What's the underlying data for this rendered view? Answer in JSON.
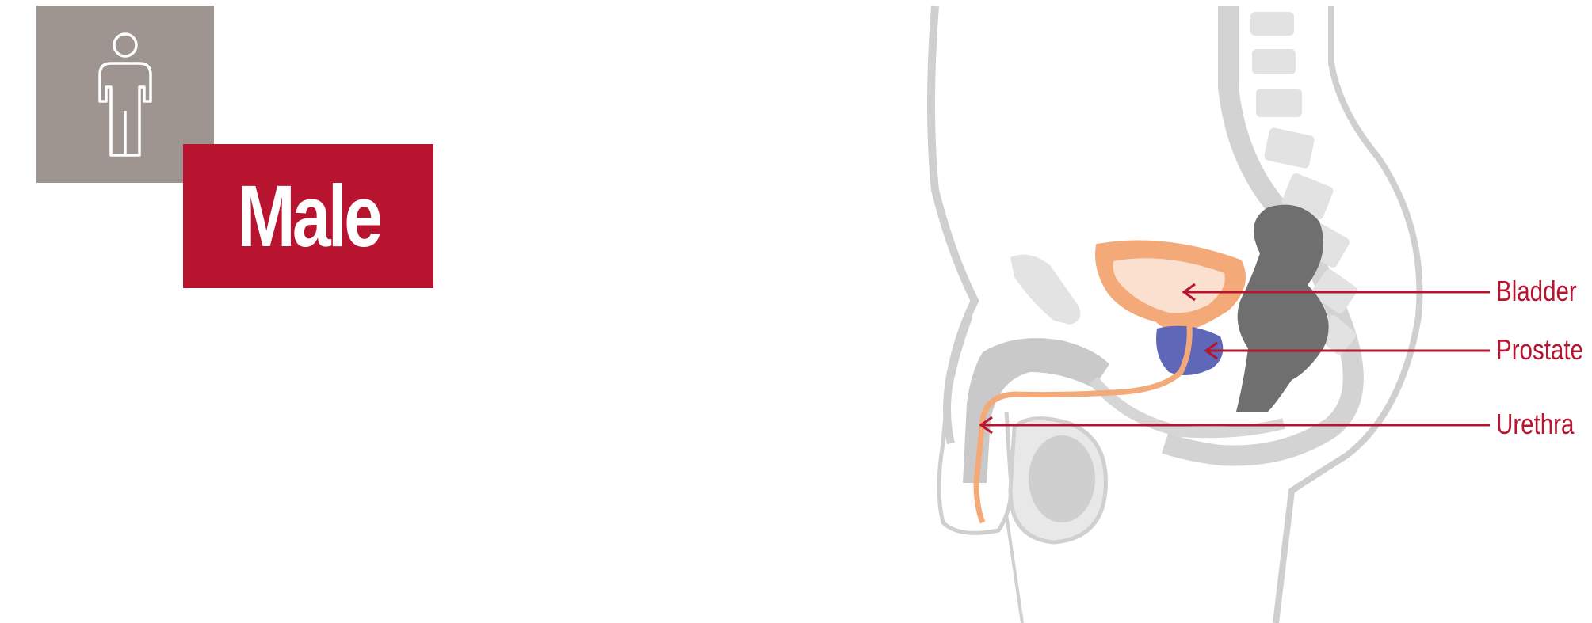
{
  "title": "Male",
  "labels": {
    "bladder": "Bladder",
    "prostate": "Prostate",
    "urethra": "Urethra"
  },
  "icons": {
    "person": "person-outline-icon"
  },
  "colors": {
    "accent": "#b8132f",
    "icon_box": "#9e9591",
    "bladder": "#f3a978",
    "prostate": "#5e67b8",
    "body_outline": "#cfcfcf",
    "organs_dark": "#6e6e6e"
  }
}
